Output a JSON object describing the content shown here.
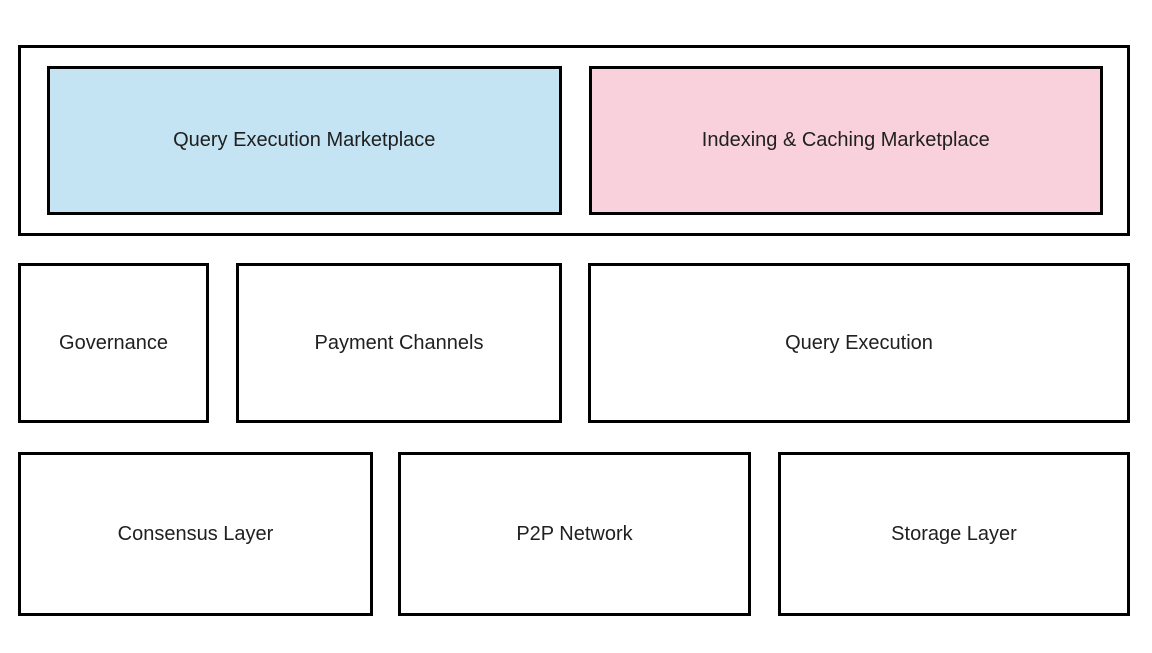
{
  "top_container": {
    "boxes": [
      {
        "label": "Query Execution Marketplace",
        "fill": "#C4E3F3"
      },
      {
        "label": "Indexing & Caching Marketplace",
        "fill": "#F8D1DC"
      }
    ]
  },
  "middle_row": {
    "boxes": [
      {
        "label": "Governance"
      },
      {
        "label": "Payment Channels"
      },
      {
        "label": "Query Execution"
      }
    ]
  },
  "bottom_row": {
    "boxes": [
      {
        "label": "Consensus Layer"
      },
      {
        "label": "P2P Network"
      },
      {
        "label": "Storage Layer"
      }
    ]
  },
  "colors": {
    "blue_fill": "#C4E3F3",
    "pink_fill": "#F8D1DC",
    "border": "#000000",
    "text": "#202020",
    "background": "#ffffff"
  }
}
